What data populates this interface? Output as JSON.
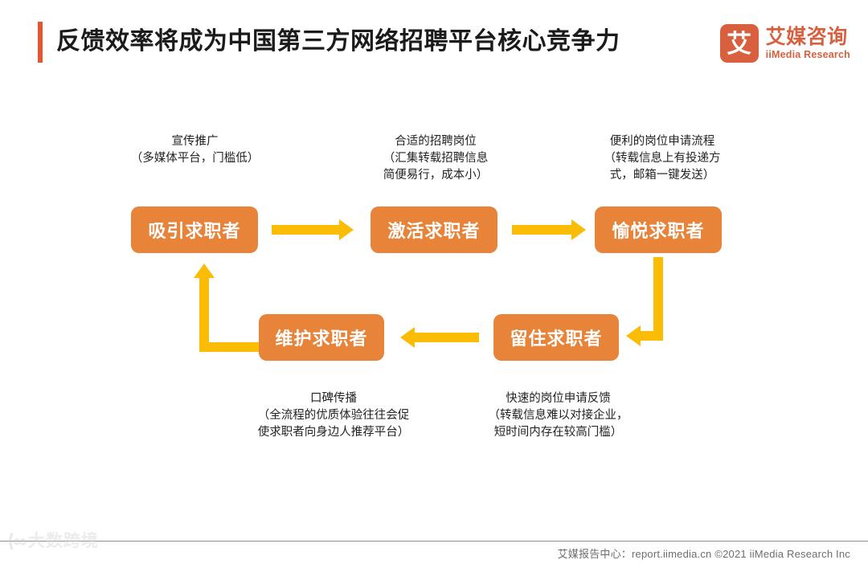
{
  "header": {
    "title": "反馈效率将成为中国第三方网络招聘平台核心竞争力",
    "accent_color": "#E8552D",
    "logo": {
      "mark_glyph": "艾",
      "name_cn": "艾媒咨询",
      "name_en": "iiMedia Research",
      "color": "#D8603F"
    }
  },
  "chart_data": {
    "type": "diagram",
    "title": "反馈效率将成为中国第三方网络招聘平台核心竞争力",
    "layout": "cycle",
    "node_color": "#E8833A",
    "arrow_color": "#FBBC05",
    "nodes": [
      {
        "id": "n1",
        "label": "吸引求职者"
      },
      {
        "id": "n2",
        "label": "激活求职者"
      },
      {
        "id": "n3",
        "label": "愉悦求职者"
      },
      {
        "id": "n4",
        "label": "维护求职者"
      },
      {
        "id": "n5",
        "label": "留住求职者"
      }
    ],
    "edges": [
      {
        "from": "n1",
        "to": "n2",
        "direction": "right"
      },
      {
        "from": "n2",
        "to": "n3",
        "direction": "right"
      },
      {
        "from": "n3",
        "to": "n5",
        "direction": "down-left"
      },
      {
        "from": "n5",
        "to": "n4",
        "direction": "left"
      },
      {
        "from": "n4",
        "to": "n1",
        "direction": "left-up"
      }
    ],
    "captions": [
      {
        "node": "n1",
        "text": "宣传推广\n（多媒体平台，门槛低）"
      },
      {
        "node": "n2",
        "text": "合适的招聘岗位\n（汇集转载招聘信息\n简便易行，成本小）"
      },
      {
        "node": "n3",
        "text": "便利的岗位申请流程\n（转载信息上有投递方\n式，邮箱一键发送）"
      },
      {
        "node": "n4",
        "text": "口碑传播\n（全流程的优质体验往往会促\n使求职者向身边人推荐平台）"
      },
      {
        "node": "n5",
        "text": "快速的岗位申请反馈\n（转载信息难以对接企业，\n短时间内存在较高门槛）"
      }
    ]
  },
  "footer": {
    "attribution": "艾媒报告中心：report.iimedia.cn  ©2021  iiMedia Research Inc",
    "watermark_icon": "⟨∞",
    "watermark_text": "大数跨境"
  }
}
